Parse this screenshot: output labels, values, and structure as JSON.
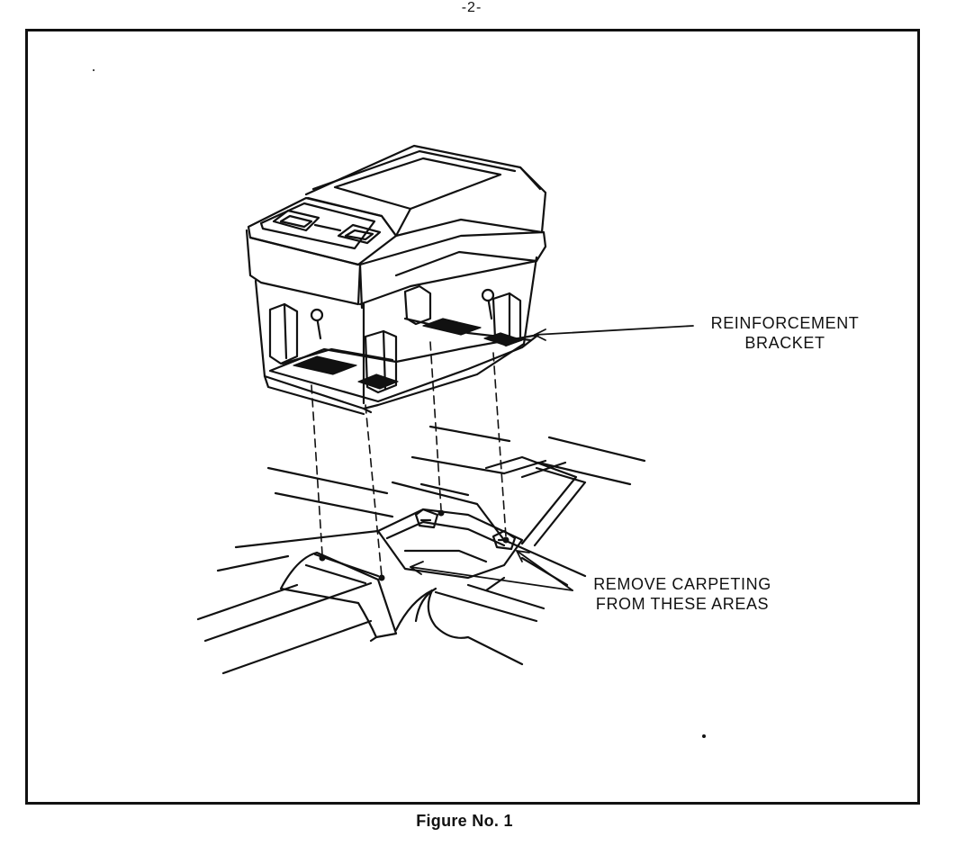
{
  "page": {
    "number": "-2-"
  },
  "figure": {
    "caption": "Figure No. 1",
    "callouts": {
      "bracket_line1": "REINFORCEMENT",
      "bracket_line2": "BRACKET",
      "carpet_line1": "REMOVE CARPETING",
      "carpet_line2": "FROM THESE AREAS"
    }
  },
  "colors": {
    "ink": "#111111",
    "paper": "#ffffff"
  }
}
